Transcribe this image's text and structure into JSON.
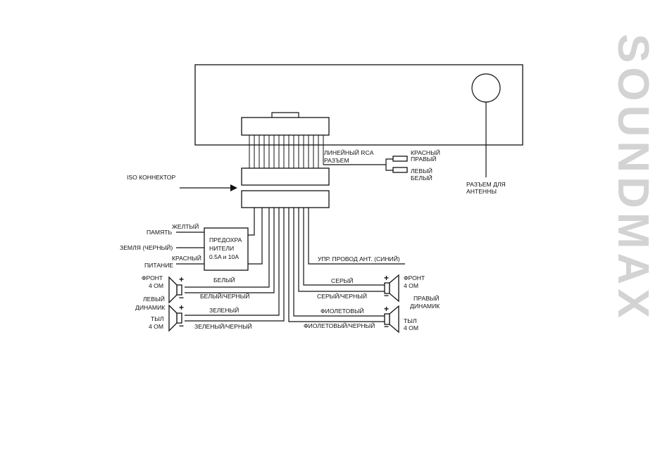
{
  "brand": "SOUNDMAX",
  "labels": {
    "line_rca_1": "ЛИНЕЙНЫЙ RCA",
    "line_rca_2": "РАЗЪЕМ",
    "rca_right_1": "КРАСНЫЙ",
    "rca_right_2": "ПРАВЫЙ",
    "rca_left_1": "ЛЕВЫЙ",
    "rca_left_2": "БЕЛЫЙ",
    "antenna_1": "РАЗЪЕМ ДЛЯ",
    "antenna_2": "АНТЕННЫ",
    "iso": "ISO КОННЕКТОР",
    "yellow": "ЖЕЛТЫЙ",
    "memory": "ПАМЯТЬ",
    "ground": "ЗЕМЛЯ (ЧЕРНЫЙ)",
    "red": "КРАСНЫЙ",
    "power": "ПИТАНИЕ",
    "fuse_1": "ПРЕДОХРА",
    "fuse_2": "НИТЕЛИ",
    "fuse_3": "0.5A и 10A",
    "antenna_control": "УПР. ПРОВОД АНТ. (СИНИЙ)",
    "white": "БЕЛЫЙ",
    "white_black": "БЕЛЫЙ/ЧЕРНЫЙ",
    "green": "ЗЕЛЕНЫЙ",
    "green_black": "ЗЕЛЕНЫЙ/ЧЕРНЫЙ",
    "gray": "СЕРЫЙ",
    "gray_black": "СЕРЫЙ/ЧЕРНЫЙ",
    "violet": "ФИОЛЕТОВЫЙ",
    "violet_black": "ФИОЛЕТОВЫЙ/ЧЕРНЫЙ",
    "front_left_1": "ФРОНТ",
    "front_left_2": "4 ОМ",
    "left_spk_1": "ЛЕВЫЙ",
    "left_spk_2": "ДИНАМИК",
    "rear_left_1": "ТЫЛ",
    "rear_left_2": "4 ОМ",
    "front_right_1": "ФРОНТ",
    "front_right_2": "4 ОМ",
    "right_spk_1": "ПРАВЫЙ",
    "right_spk_2": "ДИНАМИК",
    "rear_right_1": "ТЫЛ",
    "rear_right_2": "4 ОМ",
    "plus": "+",
    "minus": "−"
  }
}
